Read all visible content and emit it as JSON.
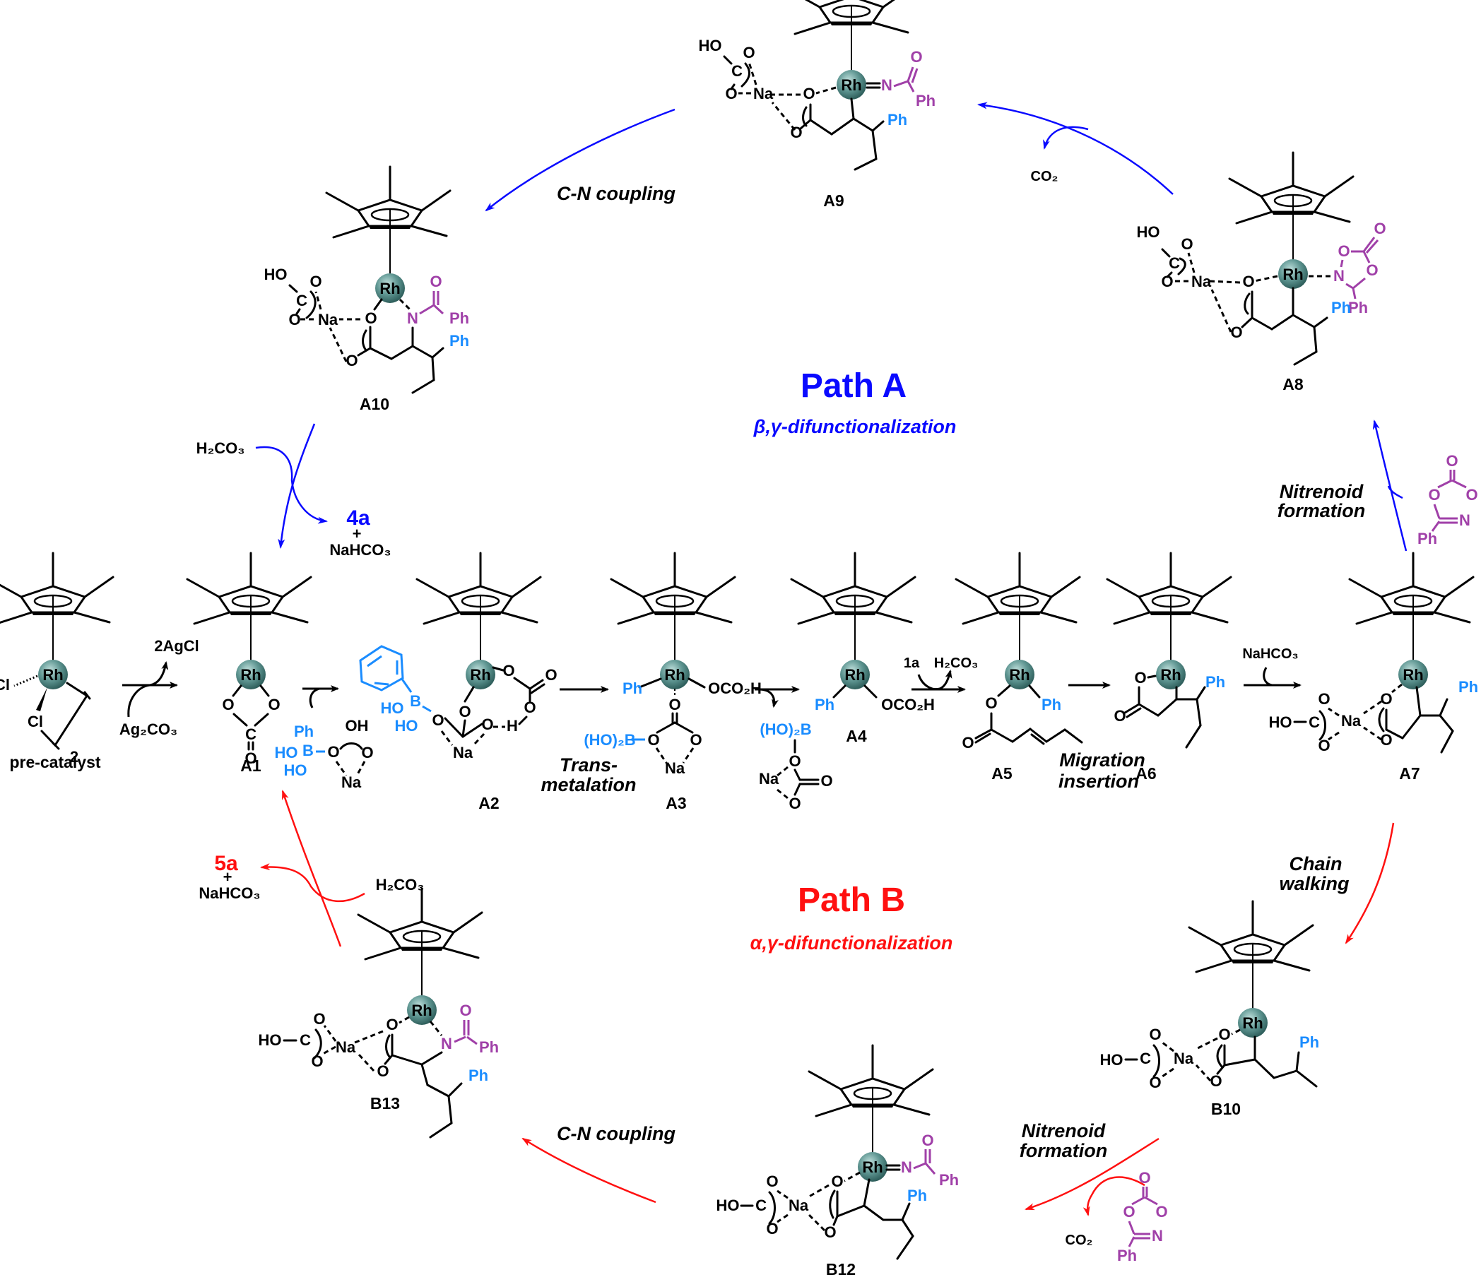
{
  "title": "Proposed catalytic cycle: Rh-catalysed carboamination of alkenoic acid",
  "colors": {
    "path_a": "#0a0aff",
    "path_b": "#ff1010",
    "phenyl_from_boron": "#1a8cff",
    "dioxazolone_fragment": "#a040a8",
    "rhodium_sphere": "#4f8a86"
  },
  "paths": {
    "a": {
      "title": "Path A",
      "subtitle": "β,γ-difunctionalization"
    },
    "b": {
      "title": "Path B",
      "subtitle": "α,γ-difunctionalization"
    }
  },
  "intermediates": {
    "precat": {
      "label": "pre-catalyst",
      "metal": "Rh",
      "cl1": "Cl",
      "cl2": "Cl",
      "dimer": "2"
    },
    "a1": {
      "label": "A1",
      "metal": "Rh"
    },
    "a2": {
      "label": "A2",
      "metal": "Rh"
    },
    "a3": {
      "label": "A3",
      "metal": "Rh"
    },
    "a4": {
      "label": "A4",
      "metal": "Rh"
    },
    "a5": {
      "label": "A5",
      "metal": "Rh"
    },
    "a6": {
      "label": "A6",
      "metal": "Rh"
    },
    "a7": {
      "label": "A7",
      "metal": "Rh"
    },
    "a8": {
      "label": "A8",
      "metal": "Rh"
    },
    "a9": {
      "label": "A9",
      "metal": "Rh"
    },
    "a10": {
      "label": "A10",
      "metal": "Rh"
    },
    "b10": {
      "label": "B10",
      "metal": "Rh"
    },
    "b12": {
      "label": "B12",
      "metal": "Rh"
    },
    "b13": {
      "label": "B13",
      "metal": "Rh"
    }
  },
  "atoms": {
    "O": "O",
    "C": "C",
    "Na": "Na",
    "N": "N",
    "B": "B",
    "H": "H",
    "HO": "HO",
    "OH": "OH",
    "Ph": "Ph",
    "OCO2H": "OCO₂H",
    "HO2B": "(HO)₂B",
    "HO_C": "HO–C"
  },
  "reagents": {
    "ag2co3": "Ag₂CO₃",
    "agcl": "2AgCl",
    "h2co3": "H₂CO₃",
    "nahco3": "NaHCO₃",
    "co2": "CO₂",
    "sub_1a": "1a",
    "plus": "+",
    "prod_4a": "4a",
    "prod_5a": "5a"
  },
  "steps": {
    "transmetalation_1": "Trans-",
    "transmetalation_2": "metalation",
    "migration_1": "Migration",
    "migration_2": "insertion",
    "nitrenoid_1": "Nitrenoid",
    "nitrenoid_2": "formation",
    "cn_coupling": "C-N coupling",
    "chain_1": "Chain",
    "chain_2": "walking"
  }
}
